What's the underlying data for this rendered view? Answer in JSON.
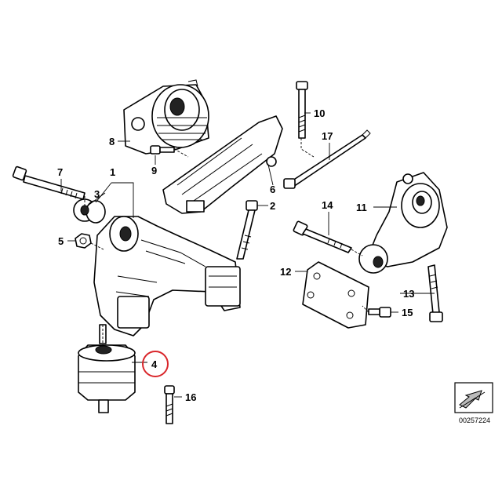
{
  "diagram": {
    "callouts": [
      {
        "id": "c1",
        "label": "1"
      },
      {
        "id": "c2",
        "label": "2"
      },
      {
        "id": "c3",
        "label": "3"
      },
      {
        "id": "c4",
        "label": "4",
        "highlighted": true
      },
      {
        "id": "c5",
        "label": "5"
      },
      {
        "id": "c6",
        "label": "6"
      },
      {
        "id": "c7",
        "label": "7"
      },
      {
        "id": "c8",
        "label": "8"
      },
      {
        "id": "c9",
        "label": "9"
      },
      {
        "id": "c10",
        "label": "10"
      },
      {
        "id": "c11",
        "label": "11"
      },
      {
        "id": "c12",
        "label": "12"
      },
      {
        "id": "c13",
        "label": "13"
      },
      {
        "id": "c14",
        "label": "14"
      },
      {
        "id": "c15",
        "label": "15"
      },
      {
        "id": "c16",
        "label": "16"
      },
      {
        "id": "c17",
        "label": "17"
      }
    ],
    "reference_number": "00257224",
    "highlight_color": "#d9262b",
    "line_color": "#000000"
  }
}
